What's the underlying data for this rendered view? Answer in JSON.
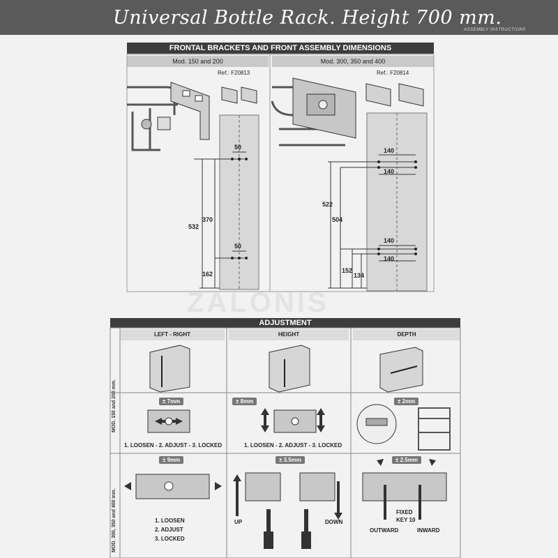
{
  "title": {
    "main": "Universal Bottle Rack. Height 700 mm.",
    "sub": "ASSEMBLY INSTRUCTIONS"
  },
  "top_section": {
    "heading": "FRONTAL BRACKETS AND FRONT ASSEMBLY DIMENSIONS",
    "left": {
      "model": "Mod. 150 and 200",
      "ref": "Ref.: F20813",
      "dims": [
        "50",
        "370",
        "532",
        "50",
        "162"
      ]
    },
    "right": {
      "model": "Mod. 300, 350 and 400",
      "ref": "Ref.: F20814",
      "dims": [
        "140",
        "140",
        "522",
        "504",
        "140",
        "140",
        "152",
        "134"
      ]
    }
  },
  "watermark": "ZALONIS",
  "adjustment": {
    "heading": "ADJUSTMENT",
    "columns": [
      "LEFT - RIGHT",
      "HEIGHT",
      "DEPTH"
    ],
    "row_labels": [
      "MOD. 150 and 200 mm.",
      "MOD. 300, 350 and 400 mm."
    ],
    "row1": {
      "lr_tag": "± 7mm",
      "height_tag": "± 8mm",
      "depth_tag": "± 2mm",
      "lr_caption": "1. LOOSEN - 2. ADJUST - 3. LOCKED",
      "height_caption": "1. LOOSEN - 2. ADJUST - 3. LOCKED"
    },
    "row2": {
      "lr_tag": "± 9mm",
      "height_tag": "± 3.5mm",
      "depth_tag": "± 2.5mm",
      "lr_steps": [
        "1. LOOSEN",
        "2. ADJUST",
        "3. LOCKED"
      ],
      "up": "UP",
      "down": "DOWN",
      "fixed": "FIXED",
      "key": "KEY 10",
      "outward": "OUTWARD",
      "inward": "INWARD"
    }
  }
}
